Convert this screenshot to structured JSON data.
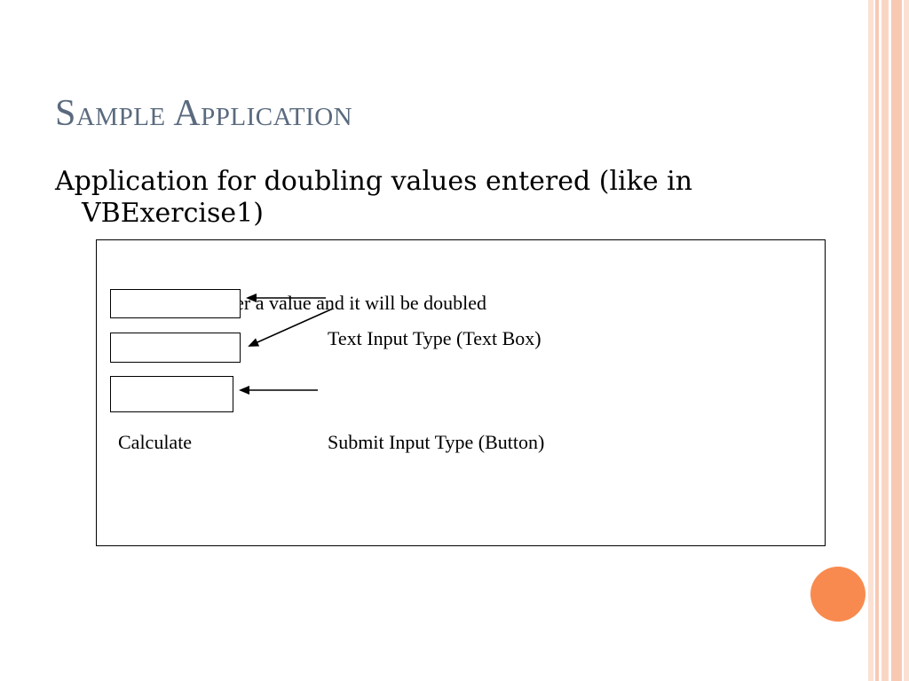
{
  "slide": {
    "title": "Sample Application",
    "bullet": "Application for doubling values entered (like in VBExercise1)"
  },
  "diagram": {
    "hint_text": "Enter a value and it will be doubled",
    "text_input_label": "Text Input Type (Text Box)",
    "calculate_label": "Calculate",
    "submit_input_label": "Submit Input Type (Button)"
  },
  "theme": {
    "title_color": "#5a6a7e",
    "accent_color": "#f98a4f",
    "stripe_color": "#f7c9b3"
  }
}
